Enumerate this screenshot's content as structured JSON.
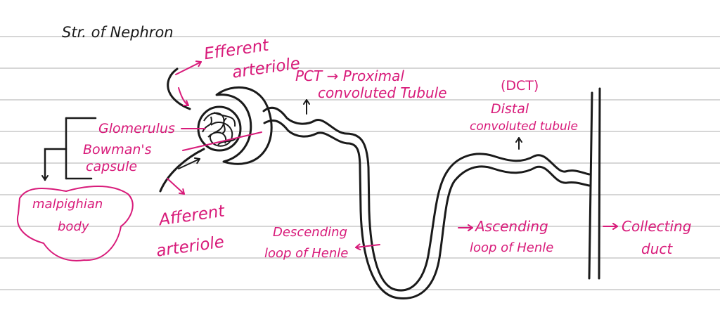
{
  "title": "Str. of Nephron",
  "labels": {
    "efferent_1": "Efferent",
    "efferent_2": "arteriole",
    "pct_1": "PCT → Proximal",
    "pct_2": "convoluted Tubule",
    "dct_abbr": "(DCT)",
    "dct_1": "Distal",
    "dct_2": "convoluted tubule",
    "glomerulus": "Glomerulus",
    "bowmans_1": "Bowman's",
    "bowmans_2": "capsule",
    "malpighian_1": "malpighian",
    "malpighian_2": "body",
    "afferent_1": "Afferent",
    "afferent_2": "arteriole",
    "descending_1": "Descending",
    "descending_2": "loop of Henle",
    "ascending_1": "Ascending",
    "ascending_2": "loop of Henle",
    "collecting_1": "Collecting",
    "collecting_2": "duct"
  },
  "colors": {
    "ink": "#1a1a1a",
    "label": "#d81b7a",
    "rule_lines": "#d6d6d6"
  }
}
